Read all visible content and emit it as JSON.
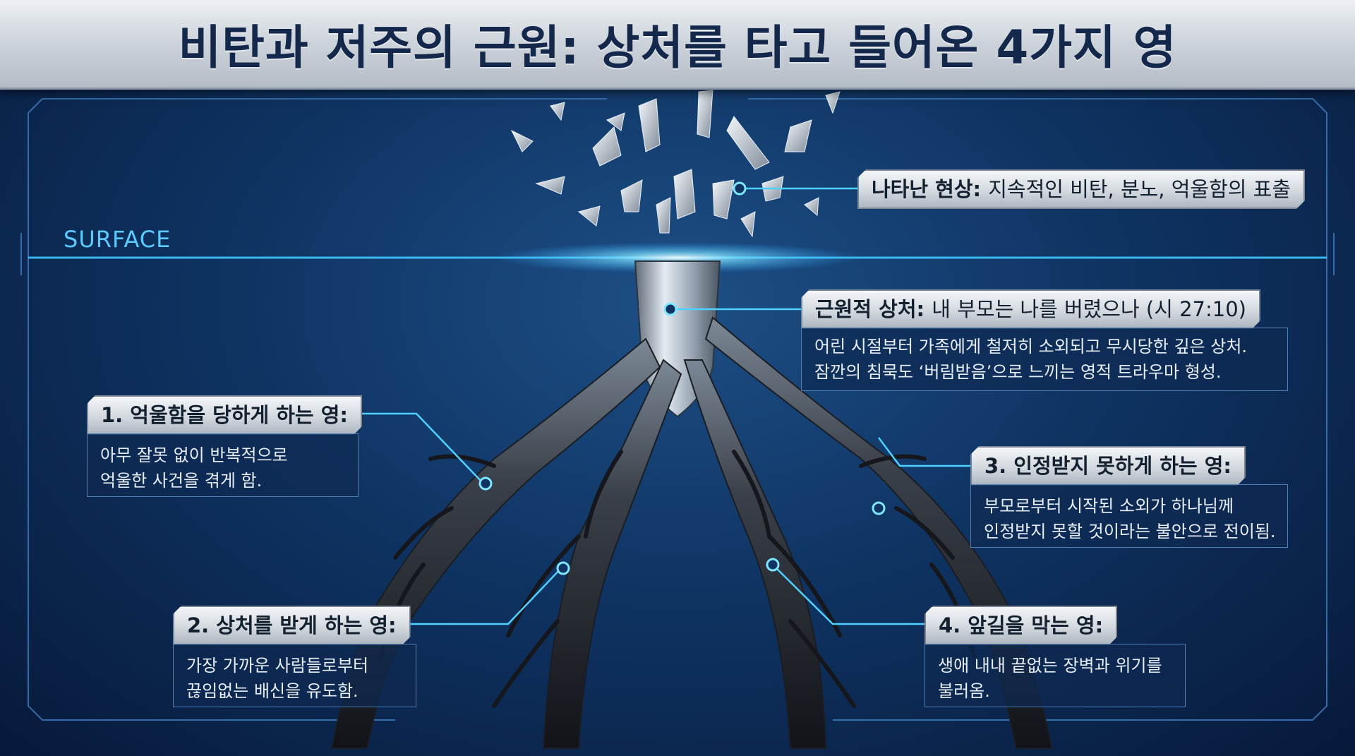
{
  "title": "비탄과 저주의 근원: 상처를 타고 들어온 4가지 영",
  "surface_label": "SURFACE",
  "callouts": {
    "phenomenon": {
      "label": "나타난 현상:",
      "text": "지속적인 비탄, 분노, 억울함의 표출"
    },
    "root_wound": {
      "label": "근원적 상처:",
      "text": "내 부모는 나를 버렸으나 (시 27:10)",
      "desc_lines": [
        "어린 시절부터 가족에게 철저히 소외되고 무시당한 깊은 상처.",
        "잠깐의 침묵도 ‘버림받음’으로 느끼는 영적 트라우마 형성."
      ]
    },
    "spirit1": {
      "heading": "1. 억울함을 당하게 하는 영:",
      "desc_lines": [
        "아무 잘못 없이 반복적으로",
        "억울한 사건을 겪게 함."
      ]
    },
    "spirit2": {
      "heading": "2. 상처를 받게 하는 영:",
      "desc_lines": [
        "가장 가까운 사람들로부터",
        "끊임없는 배신을 유도함."
      ]
    },
    "spirit3": {
      "heading": "3. 인정받지 못하게 하는 영:",
      "desc_lines": [
        "부모로부터 시작된 소외가 하나님께",
        "인정받지 못할 것이라는 불안으로 전이됨."
      ]
    },
    "spirit4": {
      "heading": "4. 앞길을 막는 영:",
      "desc_lines": [
        "생애 내내 끝없는 장벽과 위기를",
        "불러옴."
      ]
    }
  },
  "colors": {
    "background": "#0f3463",
    "accent_cyan": "#4fd1ff",
    "title_text": "#13284a",
    "card_metal": "#d3d9df",
    "root_dark": "#16181d"
  },
  "icons": [
    "shattered-glass-icon",
    "root-tree-icon",
    "connector-node-icon"
  ]
}
